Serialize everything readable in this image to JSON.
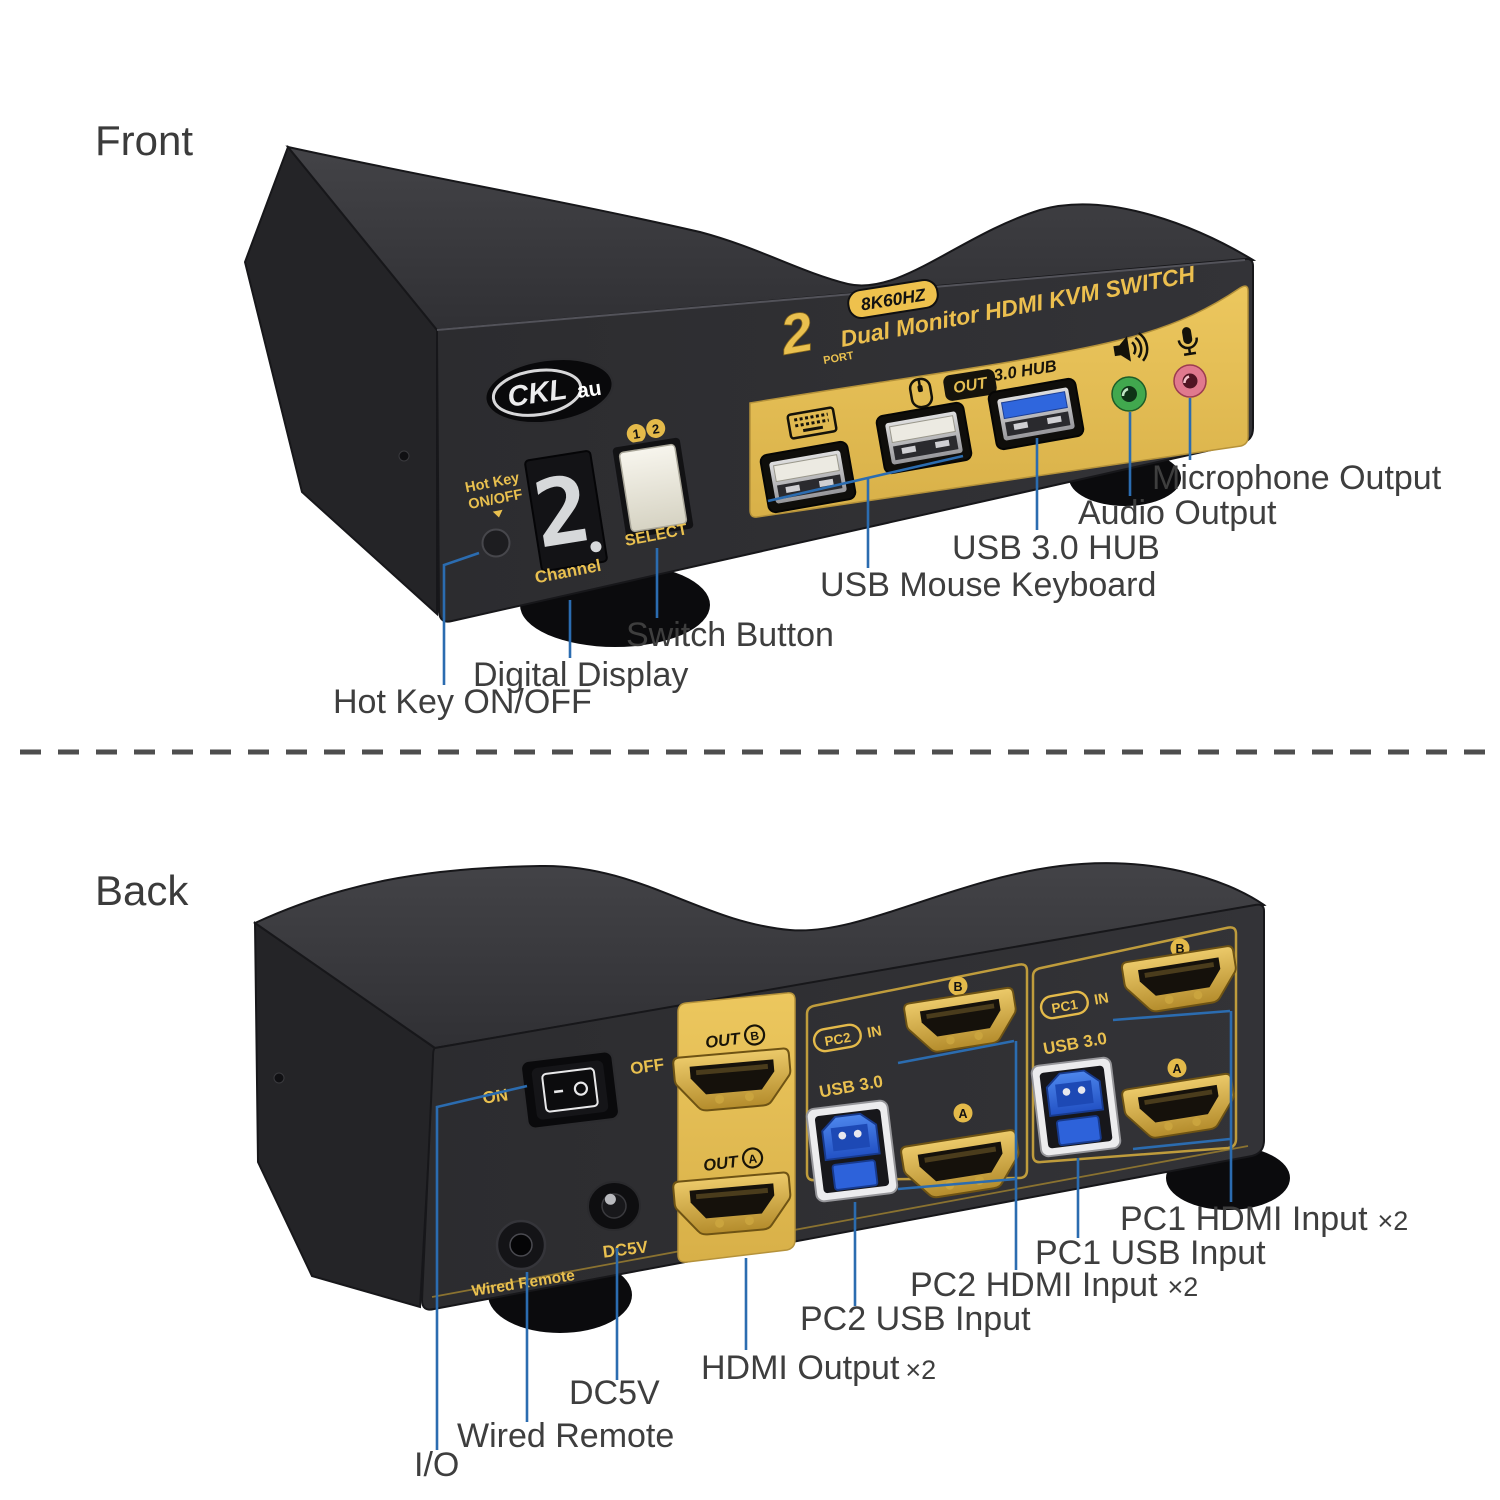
{
  "front": {
    "heading": "Front",
    "logo": {
      "main": "CKL",
      "suffix": "au"
    },
    "banner": {
      "port_number": "2",
      "port_word": "PORT",
      "badge": "8K60HZ",
      "title": "Dual Monitor HDMI KVM SWITCH"
    },
    "panel": {
      "out_badge": "OUT",
      "hub_label": "3.0 HUB"
    },
    "controls": {
      "hotkey_line1": "Hot Key",
      "hotkey_line2": "ON/OFF",
      "display_digit": "2",
      "display_caption": "Channel",
      "select_num1": "1",
      "select_num2": "2",
      "select_label": "SELECT"
    },
    "callouts": {
      "microphone": "Microphone Output",
      "audio": "Audio Output",
      "usb_hub": "USB 3.0 HUB",
      "usb_mouse_keyboard": "USB Mouse Keyboard",
      "switch_button": "Switch Button",
      "digital_display": "Digital Display",
      "hotkey": "Hot Key ON/OFF"
    }
  },
  "back": {
    "heading": "Back",
    "power": {
      "on": "ON",
      "off": "OFF"
    },
    "jacks": {
      "wired_remote": "Wired Remote",
      "dc5v": "DC5V"
    },
    "out_group": {
      "out_b": "OUT",
      "b_letter": "B",
      "out_a": "OUT",
      "a_letter": "A"
    },
    "pc2": {
      "badge": "PC2",
      "in_label": "IN",
      "usb_label": "USB 3.0",
      "b_letter": "B",
      "a_letter": "A"
    },
    "pc1": {
      "badge": "PC1",
      "in_label": "IN",
      "usb_label": "USB 3.0",
      "b_letter": "B",
      "a_letter": "A"
    },
    "callouts": {
      "pc1_hdmi": "PC1 HDMI Input",
      "pc1_hdmi_mult": "×2",
      "pc1_usb": "PC1 USB Input",
      "pc2_hdmi": "PC2 HDMI Input",
      "pc2_hdmi_mult": "×2",
      "pc2_usb": "PC2 USB Input",
      "hdmi_output": "HDMI Output",
      "hdmi_output_mult": "×2",
      "dc5v": "DC5V",
      "wired_remote": "Wired Remote",
      "io": "I/O"
    }
  },
  "colors": {
    "callout_line": "#2b6cb0",
    "label_text": "#3e3e3e",
    "panel_yellow": "#e3bd52",
    "device_gold_text": "#e9c04f",
    "usb3_blue": "#2f66dd",
    "audio_green": "#41a84e",
    "mic_pink": "#e0798e"
  }
}
